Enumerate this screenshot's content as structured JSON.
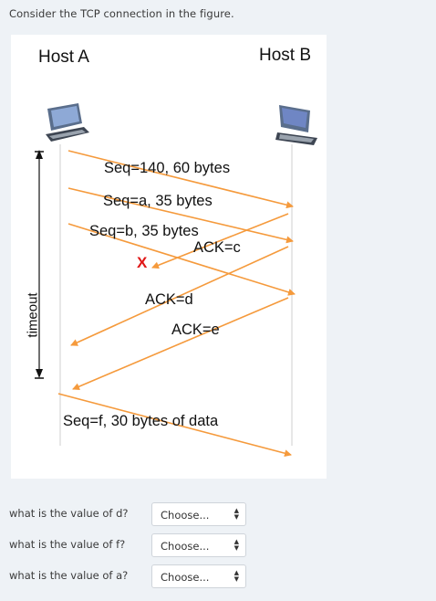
{
  "question_text": "Consider the TCP connection in the figure.",
  "figure": {
    "host_a": "Host A",
    "host_b": "Host B",
    "seg1": "Seq=140, 60 bytes",
    "seg2": "Seq=a, 35 bytes",
    "seg3": "Seq=b, 35 bytes",
    "ack_c": "ACK=c",
    "lost_mark": "X",
    "ack_d": "ACK=d",
    "ack_e": "ACK=e",
    "seg4": "Seq=f,  30 bytes of data",
    "timeout": "timeout",
    "arrow_color": "#f59a3c",
    "lost_color": "#e01818",
    "host_icons": [
      "computer-icon",
      "computer-icon"
    ]
  },
  "answers": [
    {
      "question": "what is the value of d?",
      "selected": "Choose..."
    },
    {
      "question": "what is the value of f?",
      "selected": "Choose..."
    },
    {
      "question": "what is the value of a?",
      "selected": "Choose..."
    }
  ]
}
